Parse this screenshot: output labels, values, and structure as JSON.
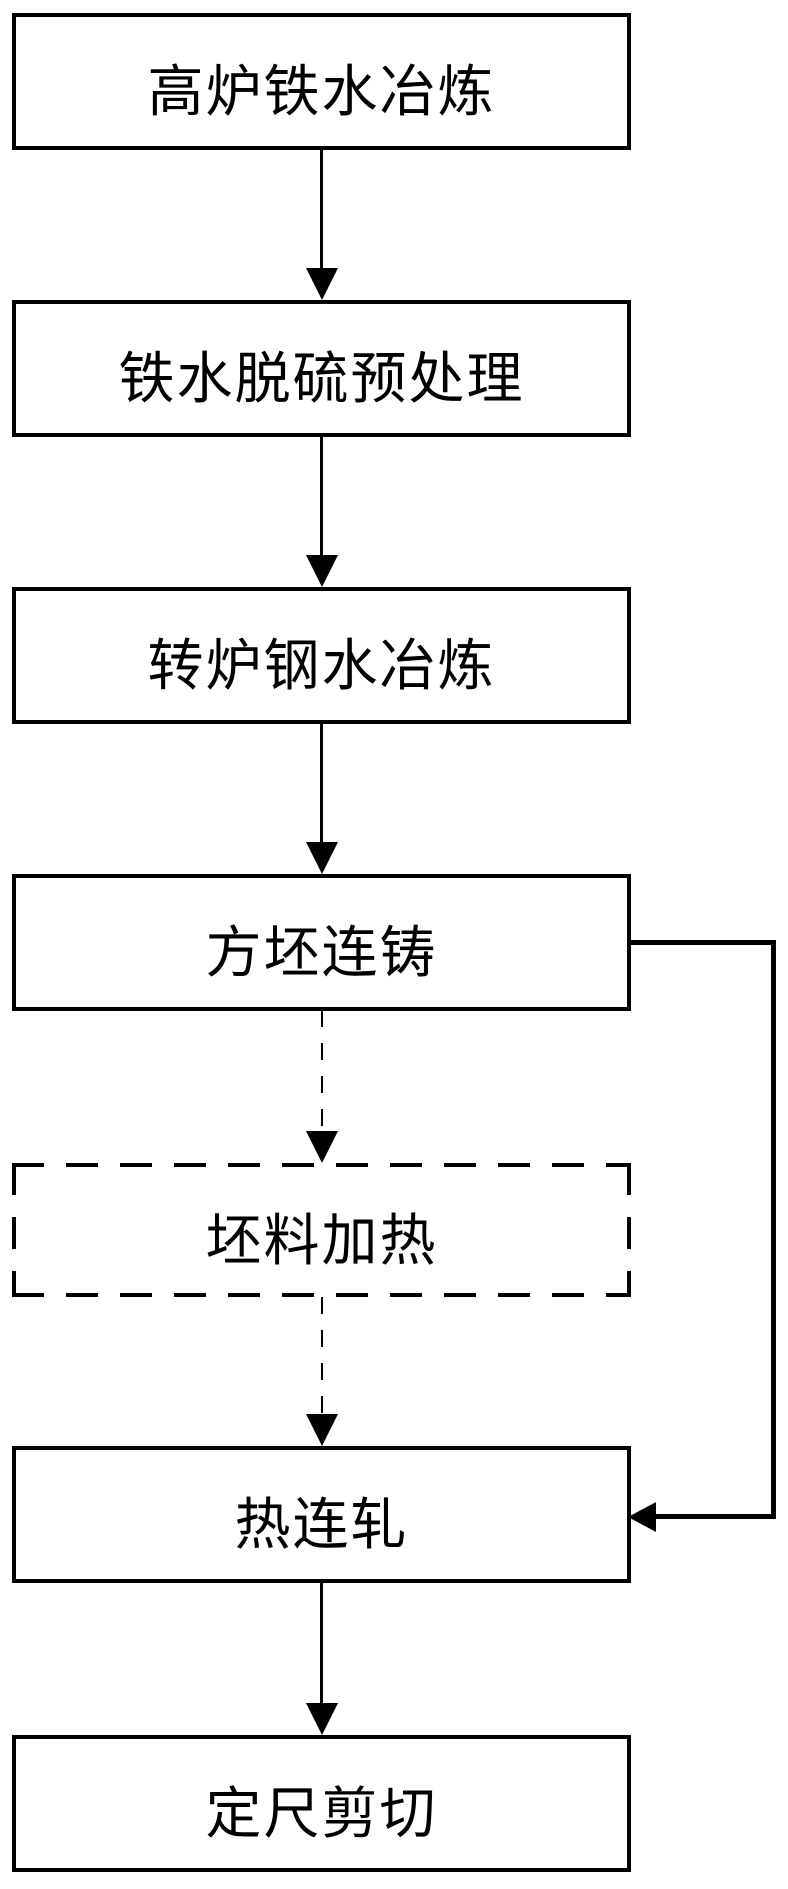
{
  "diagram": {
    "type": "flowchart",
    "direction": "top-down",
    "colors": {
      "line": "#000000",
      "text": "#000000",
      "background": "#ffffff"
    },
    "nodes": [
      {
        "id": "blast-furnace-smelting",
        "label": "高炉铁水冶炼",
        "border": "solid"
      },
      {
        "id": "desulfurization-pretreat",
        "label": "铁水脱硫预处理",
        "border": "solid"
      },
      {
        "id": "converter-smelting",
        "label": "转炉钢水冶炼",
        "border": "solid"
      },
      {
        "id": "billet-casting",
        "label": "方坯连铸",
        "border": "solid"
      },
      {
        "id": "billet-heating",
        "label": "坯料加热",
        "border": "dashed"
      },
      {
        "id": "hot-rolling",
        "label": "热连轧",
        "border": "solid"
      },
      {
        "id": "cut-to-length",
        "label": "定尺剪切",
        "border": "solid"
      }
    ],
    "edges": [
      {
        "from": "blast-furnace-smelting",
        "to": "desulfurization-pretreat",
        "style": "solid"
      },
      {
        "from": "desulfurization-pretreat",
        "to": "converter-smelting",
        "style": "solid"
      },
      {
        "from": "converter-smelting",
        "to": "billet-casting",
        "style": "solid"
      },
      {
        "from": "billet-casting",
        "to": "billet-heating",
        "style": "dashed"
      },
      {
        "from": "billet-heating",
        "to": "hot-rolling",
        "style": "dashed"
      },
      {
        "from": "hot-rolling",
        "to": "cut-to-length",
        "style": "solid"
      },
      {
        "from": "billet-casting",
        "to": "hot-rolling",
        "style": "solid-bypass-right"
      }
    ]
  }
}
